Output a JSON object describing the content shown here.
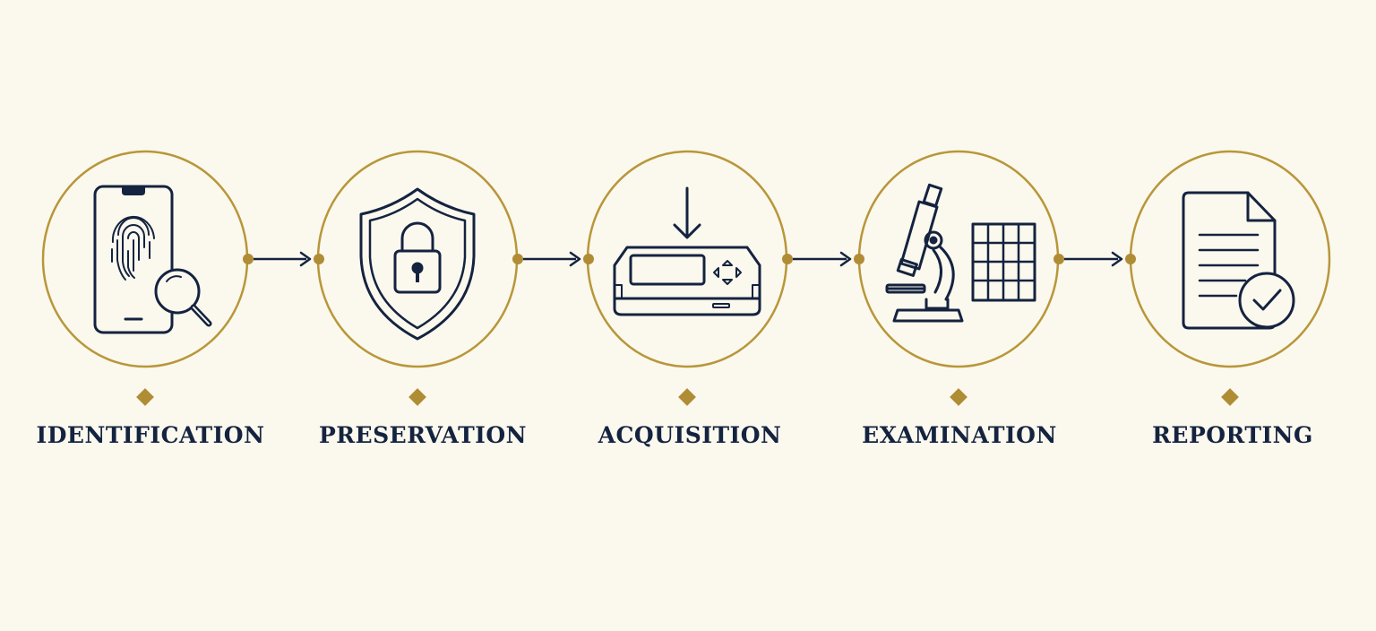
{
  "title": "",
  "colors": {
    "background": "#fbf8ee",
    "ring": "#b8973a",
    "accent": "#b08c35",
    "ink": "#14233f"
  },
  "steps": [
    {
      "label": "IDENTIFICATION",
      "icon": "smartphone-fingerprint-magnifier-icon"
    },
    {
      "label": "PRESERVATION",
      "icon": "shield-padlock-icon"
    },
    {
      "label": "ACQUISITION",
      "icon": "forensic-imaging-device-icon"
    },
    {
      "label": "EXAMINATION",
      "icon": "microscope-grid-icon"
    },
    {
      "label": "REPORTING",
      "icon": "document-checkmark-icon"
    }
  ]
}
